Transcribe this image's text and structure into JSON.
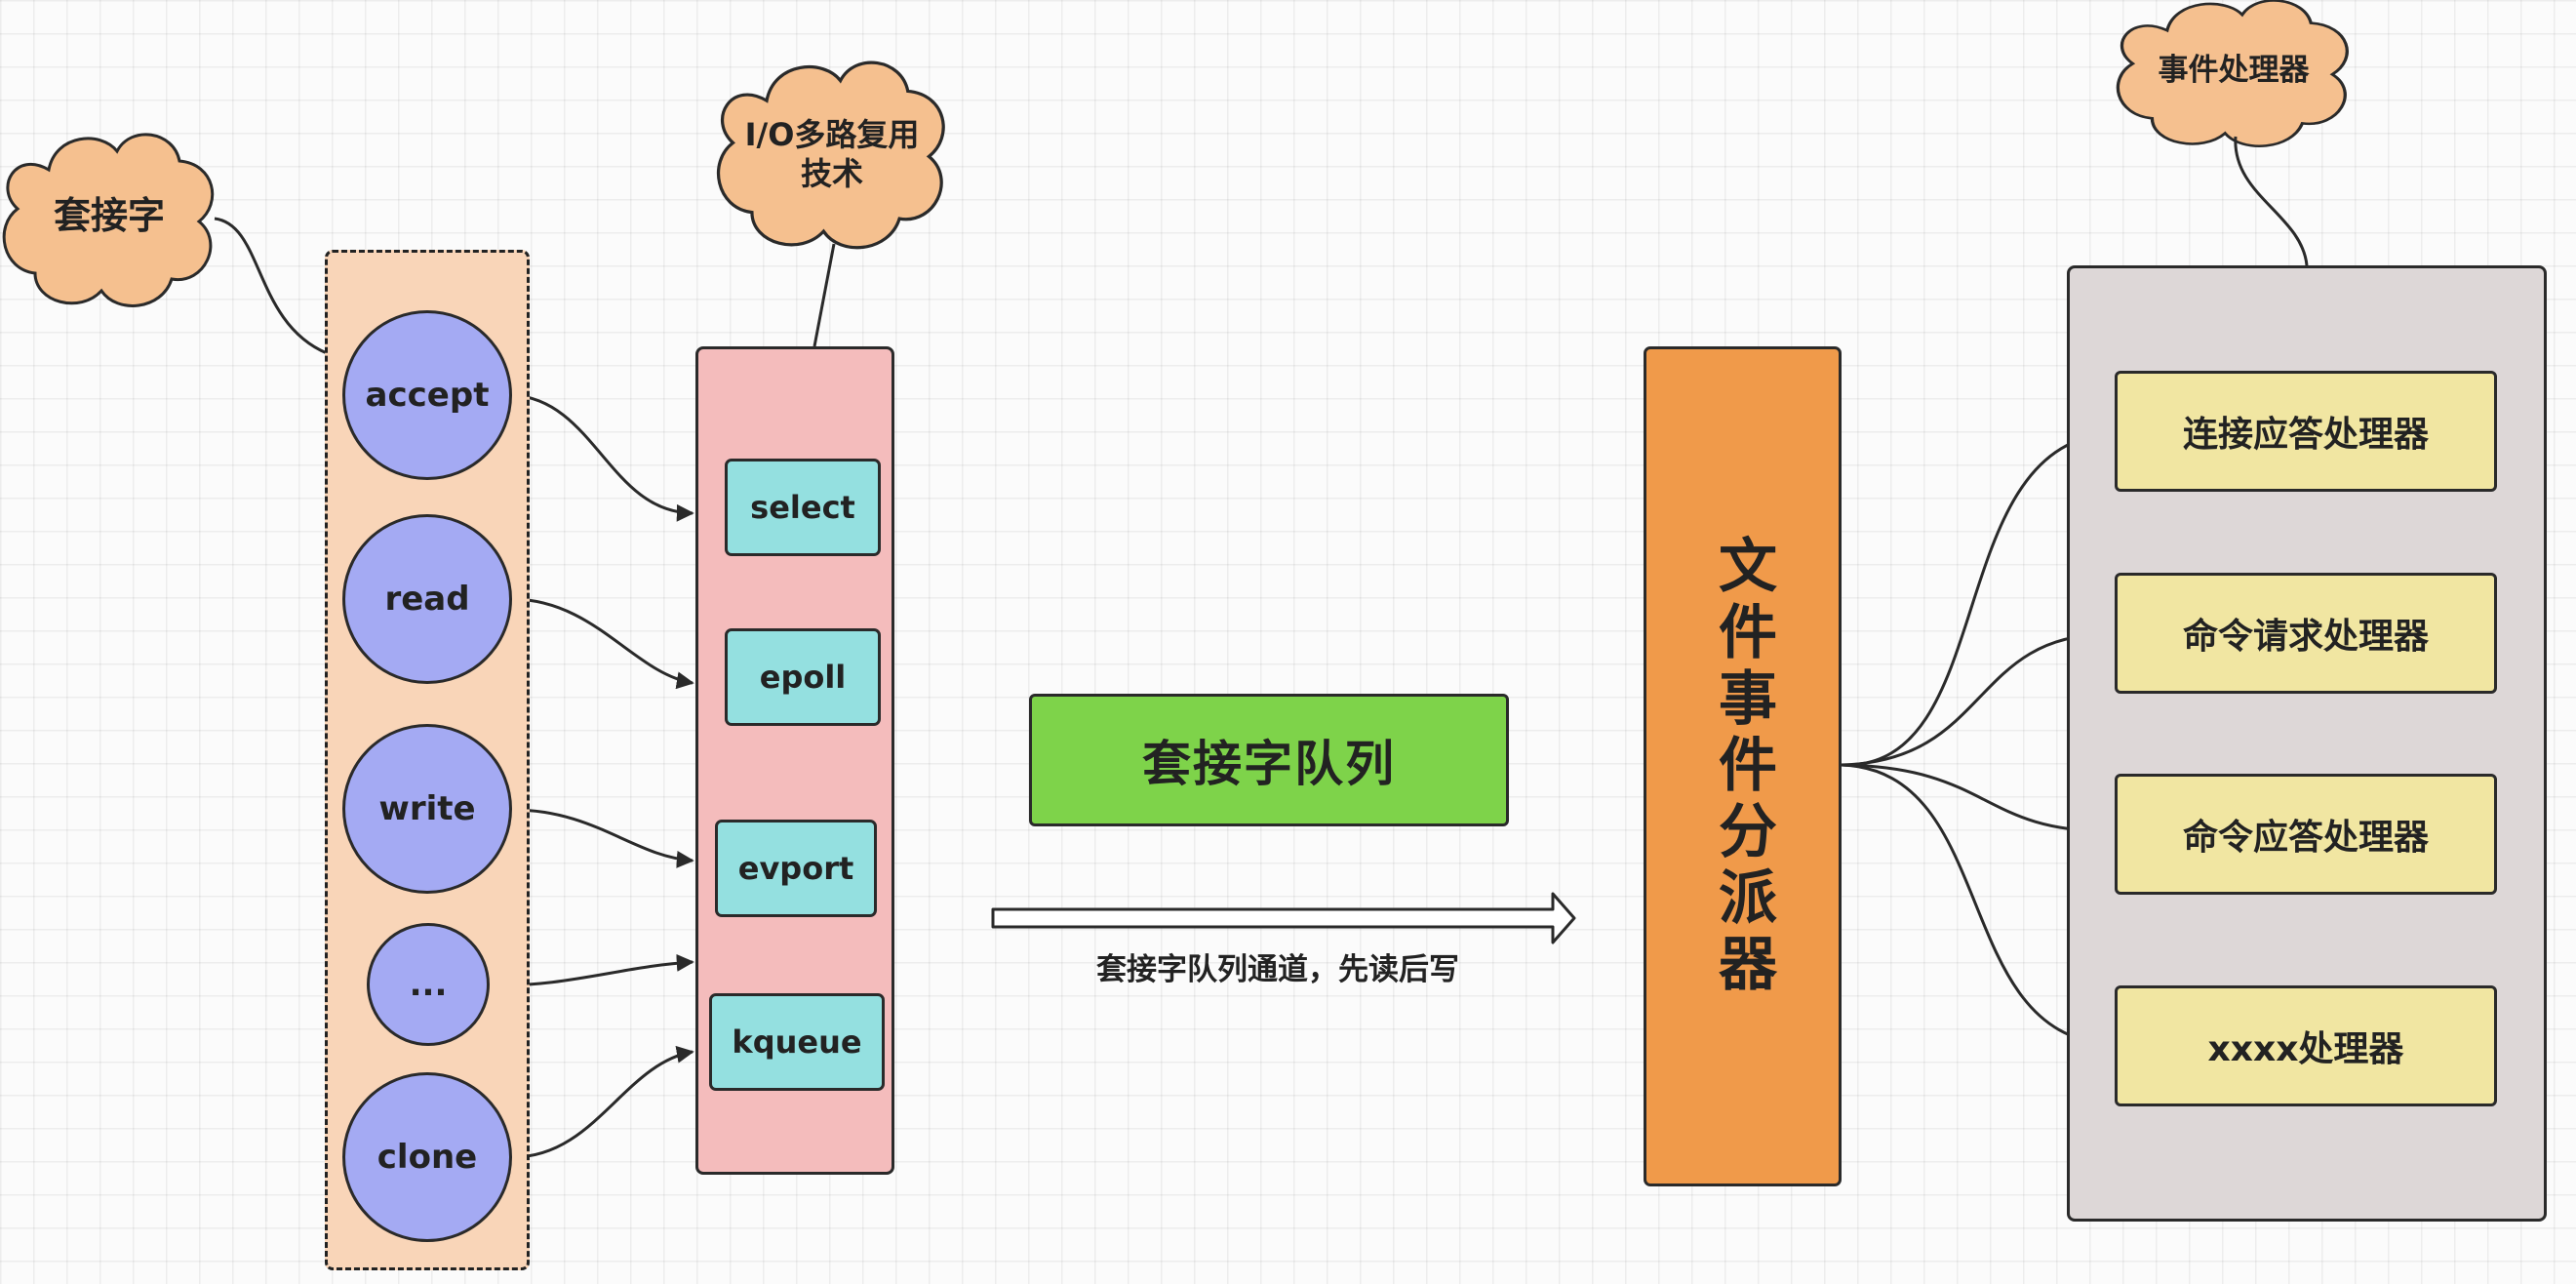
{
  "clouds": {
    "socket": "套接字",
    "io_mux_line1": "I/O多路复用",
    "io_mux_line2": "技术",
    "event_handler": "事件处理器"
  },
  "socket_events": [
    "accept",
    "read",
    "write",
    "...",
    "clone"
  ],
  "io_mux_methods": [
    "select",
    "epoll",
    "evport",
    "kqueue"
  ],
  "socket_queue": {
    "label": "套接字队列",
    "channel_label": "套接字队列通道，先读后写"
  },
  "dispatcher": {
    "label": "文件事件分派器"
  },
  "handlers": [
    "连接应答处理器",
    "命令请求处理器",
    "命令应答处理器",
    "xxxx处理器"
  ],
  "colors": {
    "socket_group_fill": "#f9d5b8",
    "event_circle_fill": "#a4aaf3",
    "io_mux_box_fill": "#f4bcbc",
    "io_mux_item_fill": "#94e0e0",
    "queue_fill": "#7ed34a",
    "dispatcher_fill": "#f09a4a",
    "handlers_box_fill": "#ddd7d7",
    "handler_fill": "#f1e6a2",
    "cloud_fill": "#f5c08f"
  },
  "icons": {
    "clouds": "cloud-icon",
    "channel_arrow": "hollow-arrow-icon"
  }
}
